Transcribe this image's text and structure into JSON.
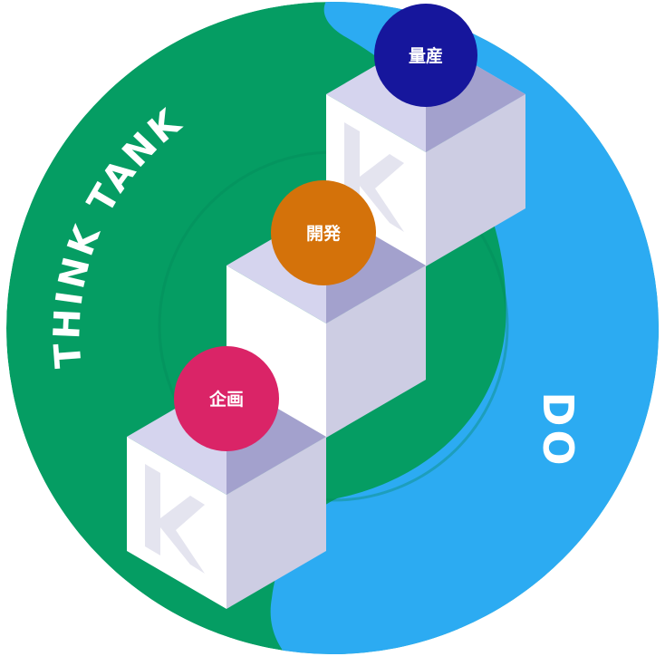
{
  "labels": {
    "think_tank": "THINK TANK",
    "do": "DO"
  },
  "steps": [
    {
      "label": "企画",
      "color": "#DA2467"
    },
    {
      "label": "開発",
      "color": "#D4720A"
    },
    {
      "label": "量産",
      "color": "#16169C"
    }
  ],
  "colors": {
    "green": "#059D63",
    "blue": "#2CABF2",
    "cube_top_left": "#D5D4EE",
    "cube_top_right": "#A3A1CD",
    "cube_front": "#FFFFFF",
    "cube_side": "#CDCDE3",
    "logo": "#E4E4EF"
  }
}
